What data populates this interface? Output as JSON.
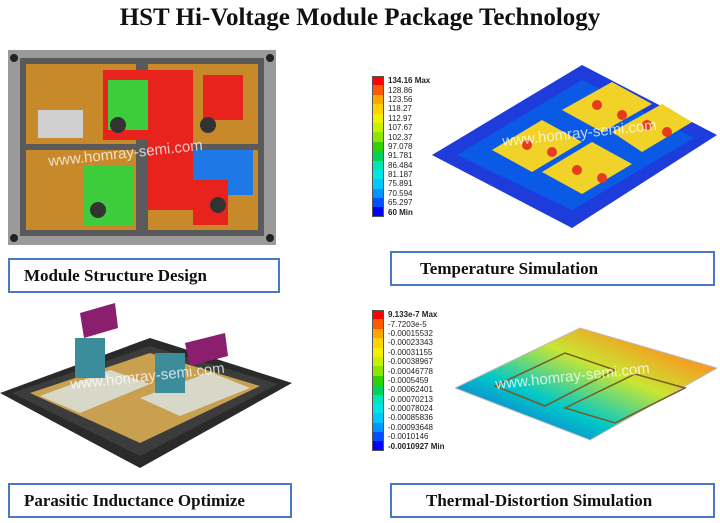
{
  "title": "HST Hi-Voltage Module Package Technology",
  "watermark": "www.homray-semi.com",
  "panels": {
    "module_structure": {
      "label": "Module Structure Design"
    },
    "temperature": {
      "label": "Temperature Simulation",
      "legend": [
        "134.16 Max",
        "128.86",
        "123.56",
        "118.27",
        "112.97",
        "107.67",
        "102.37",
        "97.078",
        "91.781",
        "86.484",
        "81.187",
        "75.891",
        "70.594",
        "65.297",
        "60 Min"
      ]
    },
    "parasitic": {
      "label": "Parasitic Inductance Optimize"
    },
    "distortion": {
      "label": "Thermal-Distortion Simulation",
      "legend": [
        "9.133e-7 Max",
        "-7.7203e-5",
        "-0.00015532",
        "-0.00023343",
        "-0.00031155",
        "-0.00038967",
        "-0.00046778",
        "-0.0005459",
        "-0.00062401",
        "-0.00070213",
        "-0.00078024",
        "-0.00085836",
        "-0.00093648",
        "-0.0010146",
        "-0.0010927 Min"
      ]
    }
  },
  "legend_colors": [
    "#ff0000",
    "#ff5a00",
    "#ffa500",
    "#ffd200",
    "#f0f000",
    "#c8f000",
    "#8ce600",
    "#32d200",
    "#00d25a",
    "#00e6b4",
    "#00e6e6",
    "#00c8ff",
    "#0096ff",
    "#0050ff",
    "#0000ff"
  ]
}
